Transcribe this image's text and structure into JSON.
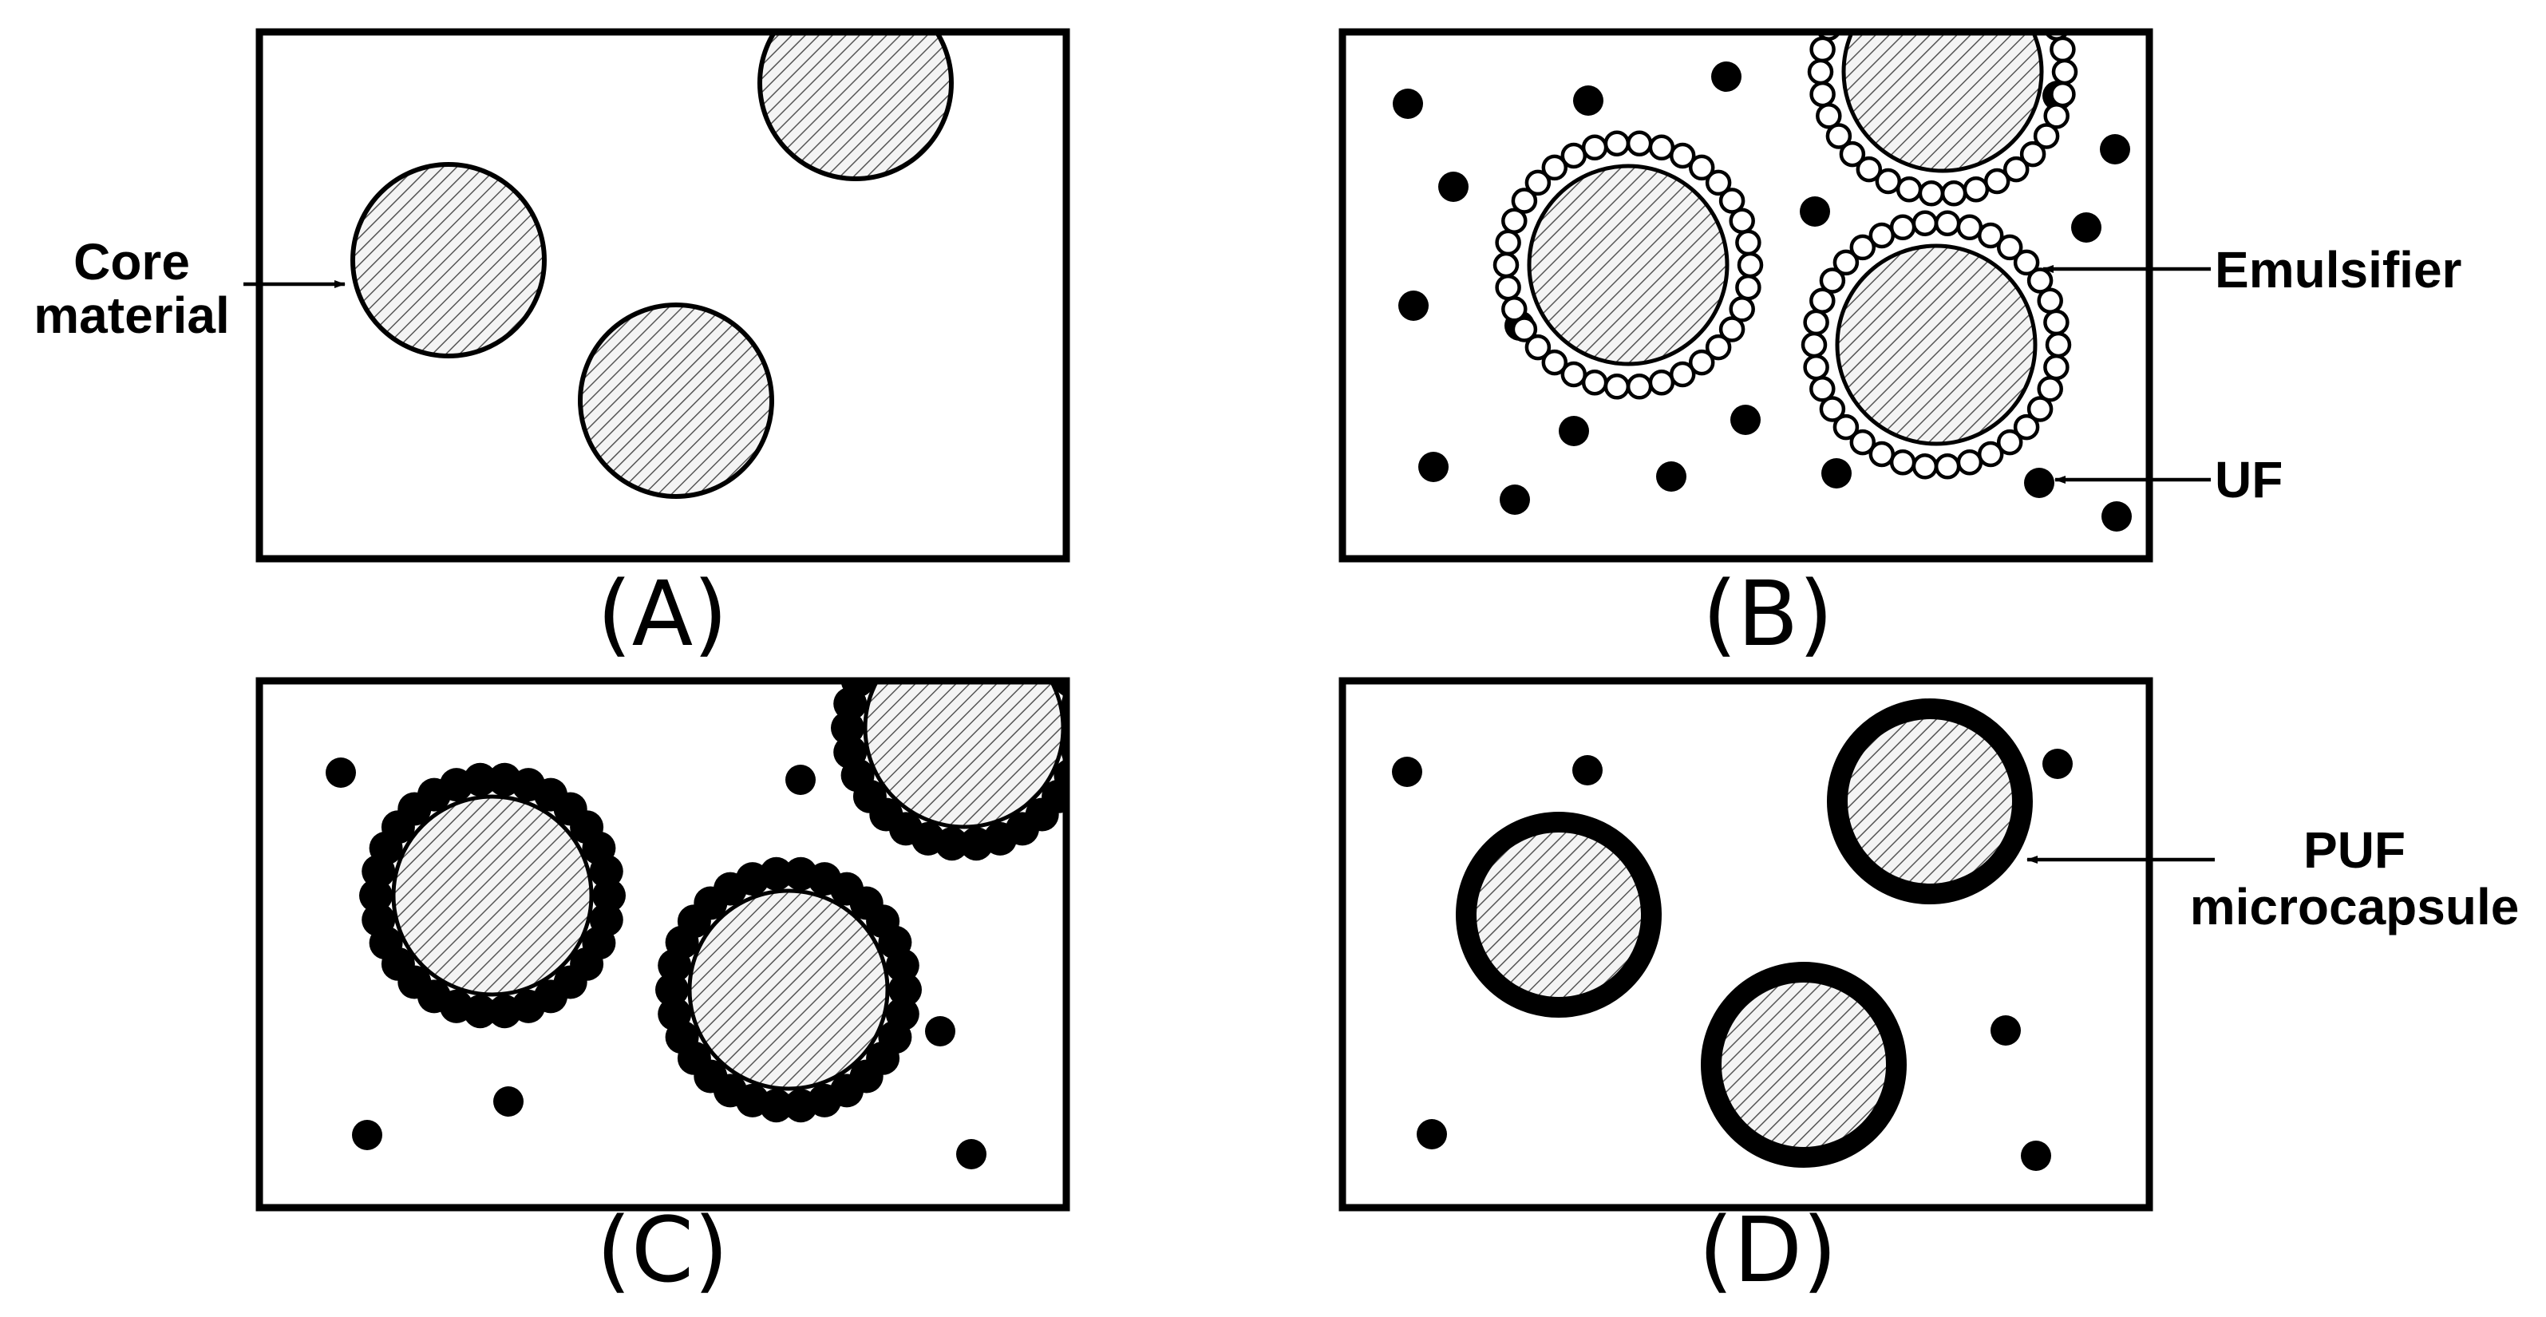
{
  "panels": [
    {
      "id": "A",
      "label": "(A)"
    },
    {
      "id": "B",
      "label": "(B)"
    },
    {
      "id": "C",
      "label": "(C)"
    },
    {
      "id": "D",
      "label": "(D)"
    }
  ],
  "annotations": {
    "core_material": [
      "Core",
      "material"
    ],
    "emulsifier": "Emulsifier",
    "uf": "UF",
    "puf_microcapsule": [
      "PUF",
      "microcapsule"
    ]
  },
  "colors": {
    "ink": "#000000",
    "background": "#ffffff"
  }
}
